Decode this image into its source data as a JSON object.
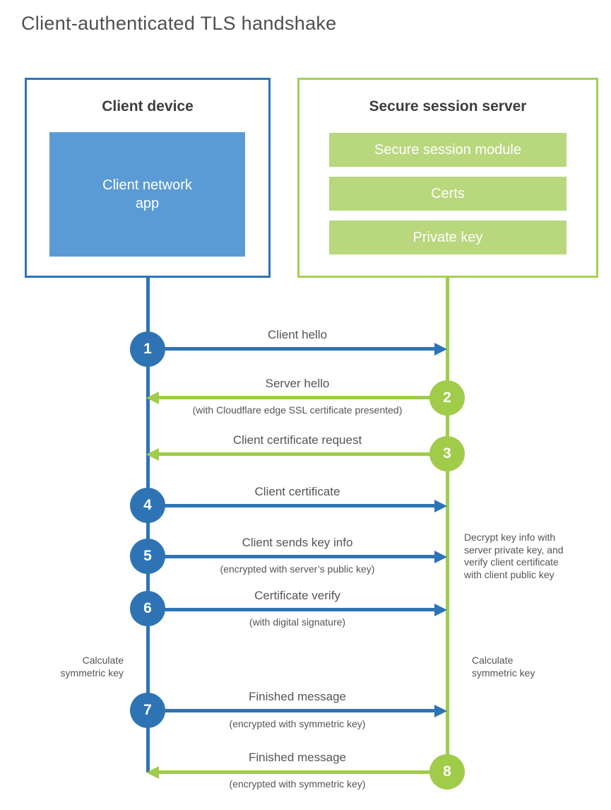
{
  "title": "Client-authenticated TLS handshake",
  "colors": {
    "blue": "#2e74b5",
    "blue_light": "#5b9bd5",
    "green": "#a0cc49",
    "green_light": "#b9d77c"
  },
  "client": {
    "title": "Client device",
    "app_label": "Client network\napp"
  },
  "server": {
    "title": "Secure session server",
    "modules": [
      "Secure session module",
      "Certs",
      "Private key"
    ]
  },
  "rows": [
    {
      "num": "1",
      "label": "Client hello",
      "sublabel": "",
      "direction": "right",
      "from": "client"
    },
    {
      "num": "2",
      "label": "Server hello",
      "sublabel": "(with Cloudflare edge SSL certificate presented)",
      "direction": "left",
      "from": "server"
    },
    {
      "num": "3",
      "label": "Client certificate request",
      "sublabel": "",
      "direction": "left",
      "from": "server"
    },
    {
      "num": "4",
      "label": "Client certificate",
      "sublabel": "",
      "direction": "right",
      "from": "client"
    },
    {
      "num": "5",
      "label": "Client sends key info",
      "sublabel": "(encrypted with server’s public key)",
      "direction": "right",
      "from": "client"
    },
    {
      "num": "6",
      "label": "Certificate verify",
      "sublabel": "(with digital signature)",
      "direction": "right",
      "from": "client"
    },
    {
      "num": "7",
      "label": "Finished message",
      "sublabel": "(encrypted with symmetric key)",
      "direction": "right",
      "from": "client"
    },
    {
      "num": "8",
      "label": "Finished message",
      "sublabel": "(encrypted with symmetric key)",
      "direction": "left",
      "from": "server"
    }
  ],
  "notes": {
    "decrypt": "Decrypt key info with\nserver private key, and\nverify client certificate\nwith client public key",
    "left_calc": "Calculate\nsymmetric key",
    "right_calc": "Calculate\nsymmetric key"
  }
}
